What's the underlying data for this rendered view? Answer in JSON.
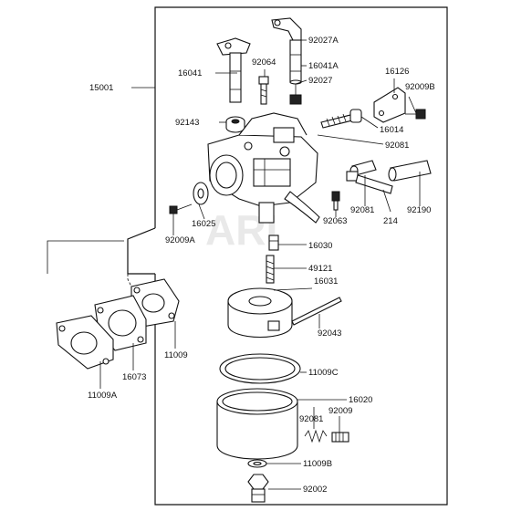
{
  "watermark": "ARI",
  "labels": {
    "p92027A": "92027A",
    "p16041": "16041",
    "p92064": "92064",
    "p16041A": "16041A",
    "p16126": "16126",
    "p15001": "15001",
    "p92009B": "92009B",
    "p92027": "92027",
    "p92143": "92143",
    "p16014": "16014",
    "p92081a": "92081",
    "p16025": "16025",
    "p92081b": "92081",
    "p214": "214",
    "p92190": "92190",
    "p92063": "92063",
    "p92009A": "92009A",
    "p16030": "16030",
    "p49121": "49121",
    "p16031": "16031",
    "p92043": "92043",
    "p11009": "11009",
    "p16073": "16073",
    "p11009A": "11009A",
    "p11009C": "11009C",
    "p16020": "16020",
    "p92081c": "92081",
    "p92009": "92009",
    "p11009B": "11009B",
    "p92002": "92002"
  }
}
